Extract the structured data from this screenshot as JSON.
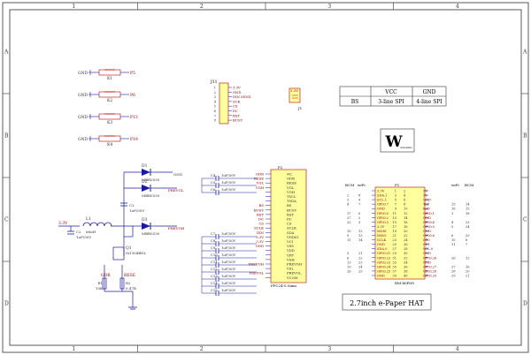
{
  "border": {
    "col_labels": [
      "1",
      "2",
      "3",
      "4"
    ],
    "row_labels": [
      "A",
      "B",
      "C",
      "D"
    ]
  },
  "buttons": [
    {
      "gnd": "GND",
      "ref": "K1",
      "pin": "P5"
    },
    {
      "gnd": "GND",
      "ref": "K2",
      "pin": "P6"
    },
    {
      "gnd": "GND",
      "ref": "K3",
      "pin": "P13"
    },
    {
      "gnd": "GND",
      "ref": "K4",
      "pin": "P19"
    }
  ],
  "j_header": {
    "ref": "J11",
    "pins": [
      "1",
      "2",
      "3",
      "4",
      "5",
      "6",
      "7",
      "8"
    ],
    "nets": [
      "3.3V",
      "GND",
      "DIN MOSI",
      "SCK",
      "CS",
      "DC",
      "RST",
      "BUSY"
    ]
  },
  "j1": {
    "ref": "J1",
    "label": "3.3V"
  },
  "mode_table": {
    "header": [
      "",
      "VCC",
      "GND"
    ],
    "row": [
      "BS",
      "3-line SPI",
      "4-line SPI"
    ]
  },
  "logo": {
    "letter": "W",
    "small": "waveshare"
  },
  "power": {
    "diodes": [
      {
        "ref": "D1",
        "part": "MBR0530"
      },
      {
        "ref": "D2",
        "part": "MBR0530"
      },
      {
        "ref": "D3",
        "part": "MBR0530"
      }
    ],
    "nets": {
      "prevgl": "PREVGL",
      "prevgh": "PREVGH",
      "gnd": "GND",
      "v33": "3.3V",
      "gdr": "GDR",
      "rese": "RESE"
    },
    "inductor": {
      "ref": "L1",
      "value": "68uH"
    },
    "caps": [
      {
        "ref": "C2",
        "value": "1uF/50V"
      },
      {
        "ref": "C3",
        "value": "1uF/50V"
      }
    ],
    "q1": {
      "ref": "Q1",
      "part": "Si1304BDL"
    },
    "r1": {
      "ref": "R1",
      "value": "10K"
    },
    "r2": {
      "ref": "R2",
      "value": "0.47R"
    },
    "gnd_label": "GND"
  },
  "fpc": {
    "ref": "P2",
    "name": "FPC24-0.5mm",
    "pins": [
      "NC",
      "GDR",
      "RESE",
      "VGL",
      "VGH",
      "TSCL",
      "TSDA",
      "BS",
      "BUSY",
      "RST",
      "DC",
      "CS",
      "SCLK",
      "SDA",
      "VDDIO",
      "VCI",
      "VSS",
      "VDD",
      "VPP",
      "VSH",
      "PREVGH",
      "VSL",
      "PREVGL",
      "VCOM"
    ],
    "left_nets": [
      "GDR",
      "RESE",
      "VGL",
      "VGH",
      "",
      "",
      "",
      "BS",
      "BUSY",
      "RST",
      "DC",
      "CS",
      "SCLK",
      "DIN",
      "3.3V",
      "3.3V",
      "GND",
      "",
      "",
      "",
      "PREVGH",
      "",
      "PREVGL",
      ""
    ]
  },
  "caps_small": [
    {
      "ref": "C4",
      "value": "1uF/50V"
    },
    {
      "ref": "C5",
      "value": "1uF/50V"
    },
    {
      "ref": "C6",
      "value": "1uF/50V"
    },
    {
      "ref": "C7",
      "value": "1uF/50V"
    },
    {
      "ref": "C8",
      "value": "1uF/50V"
    },
    {
      "ref": "C9",
      "value": "1uF/50V"
    },
    {
      "ref": "C10",
      "value": "1uF/50V"
    },
    {
      "ref": "C11",
      "value": "1uF/50V"
    },
    {
      "ref": "C12",
      "value": "1uF/50V"
    },
    {
      "ref": "C13",
      "value": "1uF/50V"
    },
    {
      "ref": "C14",
      "value": "1uF/50V"
    },
    {
      "ref": "C15",
      "value": "1uF/50V"
    }
  ],
  "header40": {
    "ref": "P1",
    "part": "RM-40P8O",
    "col_heads": [
      "BCM",
      "wiPi",
      "wiPi",
      "BCM"
    ],
    "left_nets": [
      "3.3V",
      "SDA.1",
      "SCL.1",
      "GPIO.7",
      "GND",
      "GPIO.0",
      "GPIO.2",
      "GPIO.3",
      "3.3V",
      "MOSI",
      "MISO",
      "SCLK",
      "GND",
      "SDA.0",
      "GPIO.21",
      "GPIO.22",
      "GPIO.23",
      "GPIO.24",
      "GPIO.25",
      "GND"
    ],
    "right_nets": [
      "5V",
      "5V",
      "GND",
      "TxD",
      "RxD",
      "GPIO.1",
      "GND",
      "GPIO.4",
      "GPIO.5",
      "GND",
      "GPIO.6",
      "CE0",
      "CE1",
      "SCL.0",
      "GND",
      "GPIO.26",
      "GND",
      "GPIO.27",
      "GPIO.28",
      "GPIO.29"
    ],
    "left_bcm": [
      "",
      "2",
      "3",
      "4",
      "",
      "17",
      "27",
      "22",
      "",
      "10",
      "9",
      "11",
      "",
      "",
      "5",
      "6",
      "13",
      "19",
      "26",
      ""
    ],
    "left_wpi": [
      "",
      "8",
      "9",
      "7",
      "",
      "0",
      "2",
      "3",
      "",
      "12",
      "13",
      "14",
      "",
      "",
      "21",
      "22",
      "23",
      "24",
      "25",
      ""
    ],
    "right_wpi": [
      "",
      "",
      "",
      "15",
      "16",
      "1",
      "",
      "4",
      "5",
      "",
      "6",
      "10",
      "11",
      "",
      "",
      "26",
      "",
      "27",
      "28",
      "29"
    ],
    "right_bcm": [
      "",
      "",
      "",
      "14",
      "15",
      "18",
      "",
      "23",
      "24",
      "",
      "25",
      "8",
      "7",
      "",
      "",
      "12",
      "",
      "16",
      "20",
      "21"
    ]
  },
  "title_block": {
    "title": "2.7inch e-Paper HAT"
  }
}
